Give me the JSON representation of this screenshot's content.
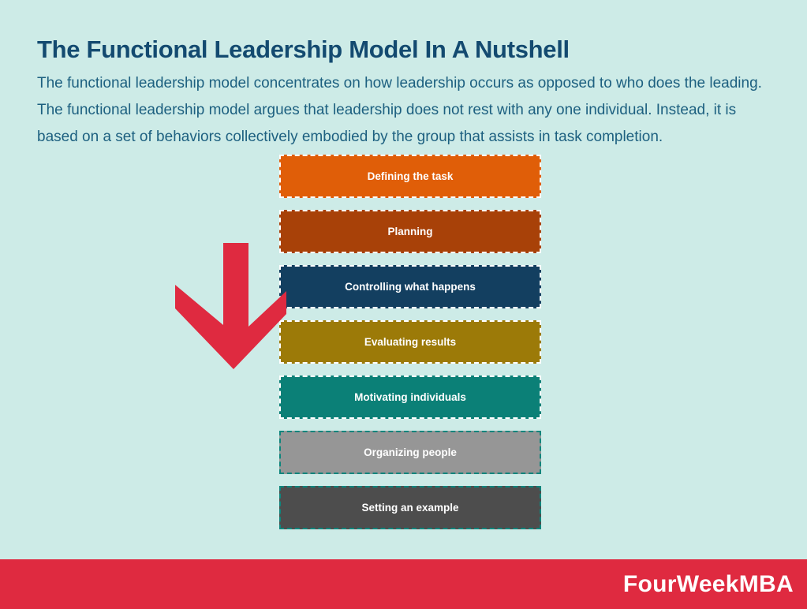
{
  "page": {
    "title": "The Functional Leadership Model In A Nutshell",
    "description": "The functional leadership model concentrates on how leadership occurs as opposed to who does the leading.  The functional leadership model argues that leadership does not rest with any one individual. Instead, it is based on a set of behaviors collectively embodied by the group that assists in task completion."
  },
  "colors": {
    "background": "#cdebe7",
    "title_text": "#134a70",
    "body_text": "#1d6080",
    "accent_red": "#df2a40",
    "box_label_text": "#ffffff",
    "white_dashed_border": "#ffffff",
    "teal_dashed_border": "#0d857c"
  },
  "diagram": {
    "arrow_icon": "down-arrow",
    "steps": [
      {
        "label": "Defining the task",
        "fill": "#e05e08",
        "border": "#ffffff"
      },
      {
        "label": "Planning",
        "fill": "#a84108",
        "border": "#ffffff"
      },
      {
        "label": "Controlling what happens",
        "fill": "#133f60",
        "border": "#ffffff"
      },
      {
        "label": "Evaluating results",
        "fill": "#9c7a08",
        "border": "#ffffff"
      },
      {
        "label": "Motivating individuals",
        "fill": "#0b8077",
        "border": "#ffffff"
      },
      {
        "label": "Organizing people",
        "fill": "#969696",
        "border": "#0d857c"
      },
      {
        "label": "Setting an example",
        "fill": "#4d4d4d",
        "border": "#0d857c"
      }
    ]
  },
  "footer": {
    "brand": "FourWeekMBA"
  }
}
